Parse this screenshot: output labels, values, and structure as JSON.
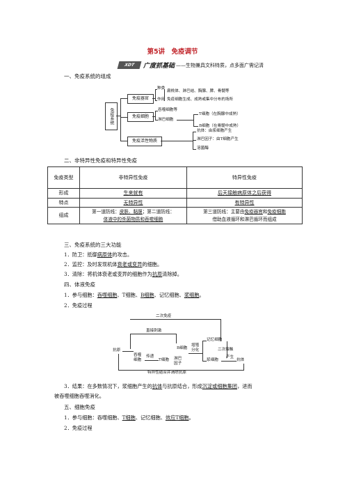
{
  "page": {
    "title": "第5讲　免疫调节",
    "banner": {
      "logo": "XDT",
      "main": "广度抓基础",
      "sub": "——生物兼具文科特质，点多面广需记清"
    }
  },
  "section1": {
    "heading": "一、免疫系统的组成",
    "diagram": {
      "root": "免疫系统",
      "organ_box": "免疫器官",
      "organ_types_label": "种类",
      "organ_types": "扁桃体、淋巴结、胸腺、脾、骨髓等",
      "organ_function_label": "作用",
      "organ_function": "免疫细胞生成、成熟或集中分布的场所",
      "cell_box": "免疫细胞",
      "phagocyte": "吞噬细胞等",
      "lymphocyte": "淋巴细胞",
      "t_cell": "T细胞（在胸腺中成熟）",
      "b_cell": "B细胞（在骨髓中成熟）",
      "active_box": "免疫活性物质",
      "antibody": "抗体：由浆细胞产生",
      "lymphokine": "淋巴因子：由T细胞产生",
      "lysozyme": "溶菌酶"
    }
  },
  "section2": {
    "heading": "二、非特异性免疫和特异性免疫",
    "table": {
      "header_type": "免疫类型",
      "header_nonspecific": "非特异性免疫",
      "header_specific": "特异性免疫",
      "row_formation": {
        "label": "形成",
        "nonspecific": "生来就有",
        "specific": "后天接触病原体之后获得"
      },
      "row_feature": {
        "label": "特点",
        "nonspecific": "无特异性",
        "specific": "有特异性"
      },
      "row_composition": {
        "label": "组成",
        "nonspecific_a": "第一道防线：",
        "nonspecific_b": "皮肤、黏膜",
        "nonspecific_c": "；第二道防线：",
        "nonspecific_d": "体液中的杀菌物质和吞噬细胞",
        "specific_a": "第三道防线：主要由",
        "specific_b": "免疫器官",
        "specific_c": "和",
        "specific_d": "免疫细胞",
        "specific_e": "借助血液循环和淋巴循环而组成"
      }
    }
  },
  "section3": {
    "heading": "三、免疫系统的三大功能",
    "item1_a": "1．防卫：抵御",
    "item1_b": "病原体",
    "item1_c": "的攻击。",
    "item2_a": "2．监控：及时发现机体",
    "item2_b": "衰老或变异",
    "item2_c": "的细胞。",
    "item3_a": "3．清除：将机体衰老或变异的细胞作为",
    "item3_b": "抗原",
    "item3_c": "清除掉。"
  },
  "section4": {
    "heading": "四、体液免疫",
    "cells_a": "1．参与细胞：",
    "cells_b": "吞噬细胞",
    "cells_c": "、T细胞、",
    "cells_d": "B细胞",
    "cells_e": "、记忆细胞、",
    "cells_f": "浆细胞",
    "cells_g": "。",
    "process_label": "2．免疫过程",
    "diagram": {
      "secondary": "二次免疫",
      "direct": "直接刺激",
      "antigen": "抗原",
      "phagocyte": "吞噬细胞",
      "present": "传递",
      "t_cell": "T细胞",
      "lymphokine": "淋巴因子",
      "b_cell": "B细胞",
      "proliferate": "增殖分化",
      "memory": "记忆细胞",
      "second_contact": "二次接触",
      "plasma": "浆细胞",
      "produce": "产生",
      "antibody": "抗体",
      "bottom": "特异性结合并清除抗原"
    },
    "result_a": "3．结果：在多数情况下，浆细胞产生的",
    "result_b": "抗体",
    "result_c": "与抗原结合，形成",
    "result_d": "沉淀或细胞集团",
    "result_e": "，进而",
    "result_f": "被吞噬细胞吞噬消化。"
  },
  "section5": {
    "heading": "五、细胞免疫",
    "cells_a": "1．参与细胞：吞噬细胞、",
    "cells_b": "T细胞",
    "cells_c": "、记忆细胞、",
    "cells_d": "效应T细胞",
    "cells_e": "。",
    "process_label": "2．免疫过程"
  }
}
